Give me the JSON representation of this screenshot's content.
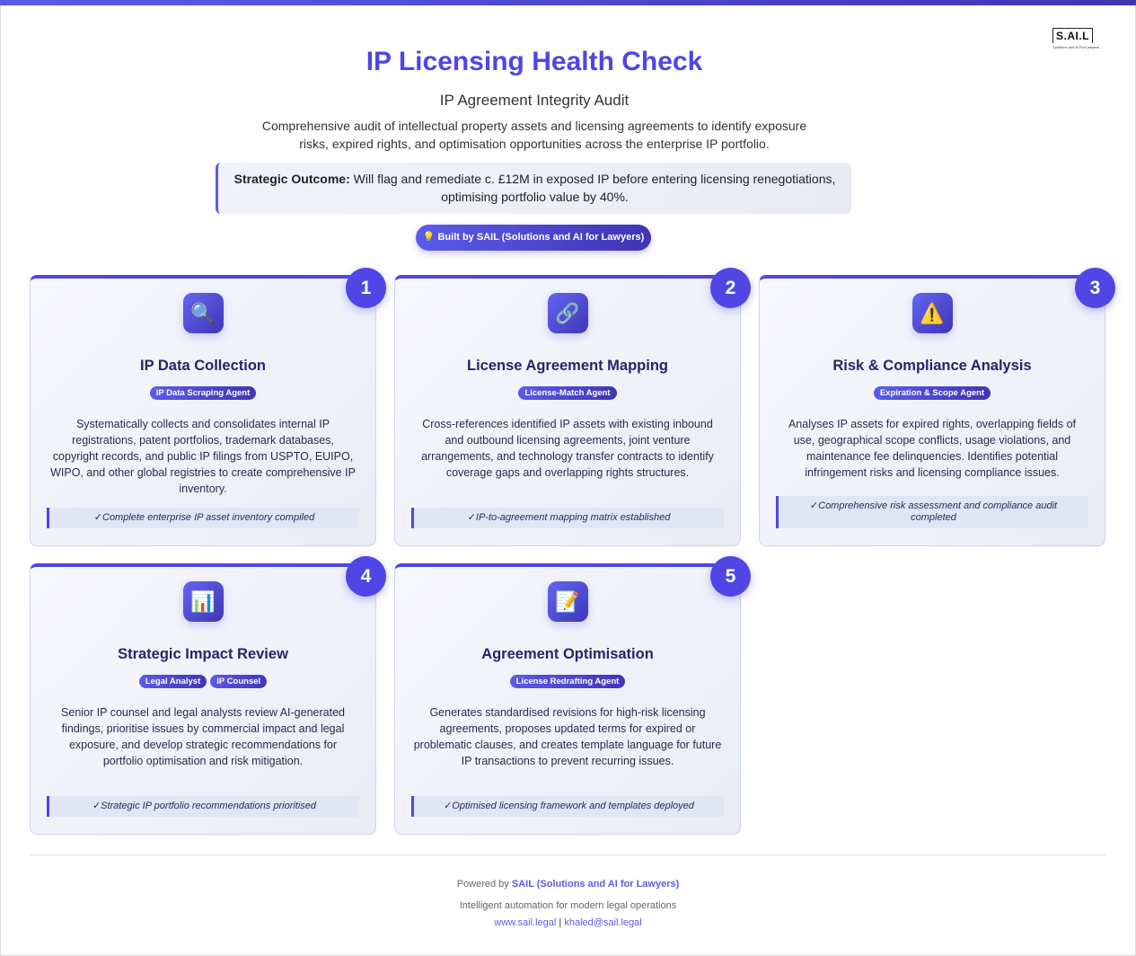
{
  "logo": {
    "mark": "S.AI.L",
    "sub": "Solutions and AI For Lawyers"
  },
  "header": {
    "title": "IP Licensing Health Check",
    "subtitle": "IP Agreement Integrity Audit",
    "description": "Comprehensive audit of intellectual property assets and licensing agreements to identify exposure risks, expired rights, and optimisation opportunities across the enterprise IP portfolio."
  },
  "outcome": {
    "label": "Strategic Outcome:",
    "text": " Will flag and remediate c. £12M in exposed IP before entering licensing renegotiations, optimising portfolio value by 40%."
  },
  "built": {
    "icon": "lightbulb-icon",
    "label": "💡 Built by SAIL (Solutions and AI for Lawyers)"
  },
  "accent": "#4f46e5",
  "steps": [
    {
      "num": "1",
      "icon": "🔍",
      "icon_name": "magnifier-icon",
      "title": "IP Data Collection",
      "tags": [
        "IP Data Scraping Agent"
      ],
      "text": "Systematically collects and consolidates internal IP registrations, patent portfolios, trademark databases, copyright records, and public IP filings from USPTO, EUIPO, WIPO, and other global registries to create comprehensive IP inventory.",
      "result": "✓Complete enterprise IP asset inventory compiled"
    },
    {
      "num": "2",
      "icon": "🔗",
      "icon_name": "link-icon",
      "title": "License Agreement Mapping",
      "tags": [
        "License-Match Agent"
      ],
      "text": "Cross-references identified IP assets with existing inbound and outbound licensing agreements, joint venture arrangements, and technology transfer contracts to identify coverage gaps and overlapping rights structures.",
      "result": "✓IP-to-agreement mapping matrix established"
    },
    {
      "num": "3",
      "icon": "⚠️",
      "icon_name": "warning-icon",
      "title": "Risk & Compliance Analysis",
      "tags": [
        "Expiration & Scope Agent"
      ],
      "text": "Analyses IP assets for expired rights, overlapping fields of use, geographical scope conflicts, usage violations, and maintenance fee delinquencies. Identifies potential infringement risks and licensing compliance issues.",
      "result": "✓Comprehensive risk assessment and compliance audit completed"
    },
    {
      "num": "4",
      "icon": "📊",
      "icon_name": "bar-chart-icon",
      "title": "Strategic Impact Review",
      "tags": [
        "Legal Analyst",
        "IP Counsel"
      ],
      "text": "Senior IP counsel and legal analysts review AI-generated findings, prioritise issues by commercial impact and legal exposure, and develop strategic recommendations for portfolio optimisation and risk mitigation.",
      "result": "✓Strategic IP portfolio recommendations prioritised"
    },
    {
      "num": "5",
      "icon": "📝",
      "icon_name": "memo-icon",
      "title": "Agreement Optimisation",
      "tags": [
        "License Redrafting Agent"
      ],
      "text": "Generates standardised revisions for high-risk licensing agreements, proposes updated terms for expired or problematic clauses, and creates template language for future IP transactions to prevent recurring issues.",
      "result": "✓Optimised licensing framework and templates deployed"
    }
  ],
  "footer": {
    "powered_prefix": "Powered by ",
    "powered_name": "SAIL (Solutions and AI for Lawyers)",
    "tagline": "Intelligent automation for modern legal operations",
    "website": "www.sail.legal",
    "separator": "|",
    "email": "khaled@sail.legal"
  }
}
